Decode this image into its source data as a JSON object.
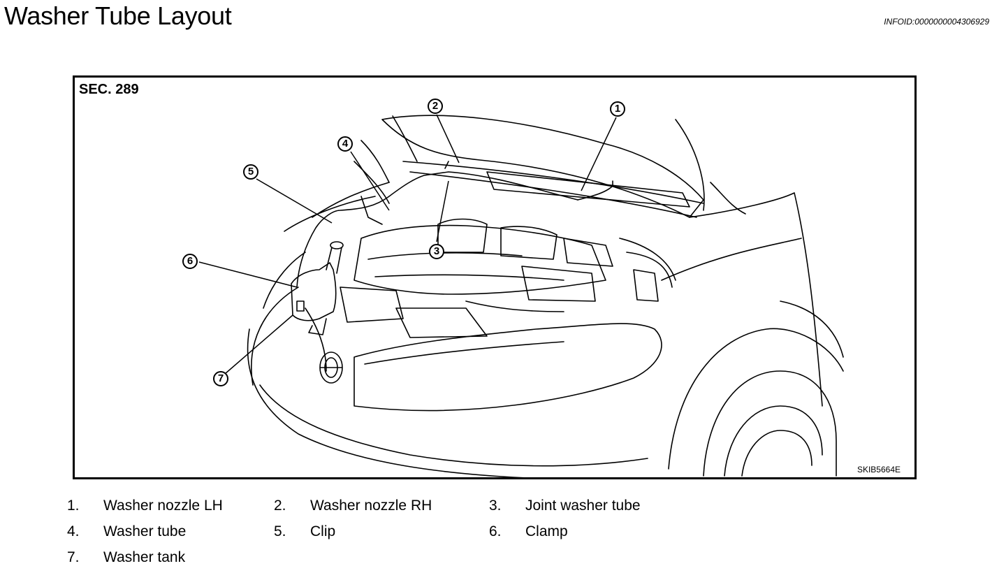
{
  "header": {
    "title": "Washer Tube Layout",
    "info_id": "INFOID:0000000004306929"
  },
  "figure": {
    "section_label": "SEC. 289",
    "figure_code": "SKIB5664E",
    "callouts": [
      "1",
      "2",
      "3",
      "4",
      "5",
      "6",
      "7"
    ]
  },
  "legend": [
    {
      "number": "1.",
      "label": "Washer nozzle LH"
    },
    {
      "number": "2.",
      "label": "Washer nozzle RH"
    },
    {
      "number": "3.",
      "label": "Joint washer tube"
    },
    {
      "number": "4.",
      "label": "Washer tube"
    },
    {
      "number": "5.",
      "label": "Clip"
    },
    {
      "number": "6.",
      "label": "Clamp"
    },
    {
      "number": "7.",
      "label": "Washer tank"
    }
  ]
}
